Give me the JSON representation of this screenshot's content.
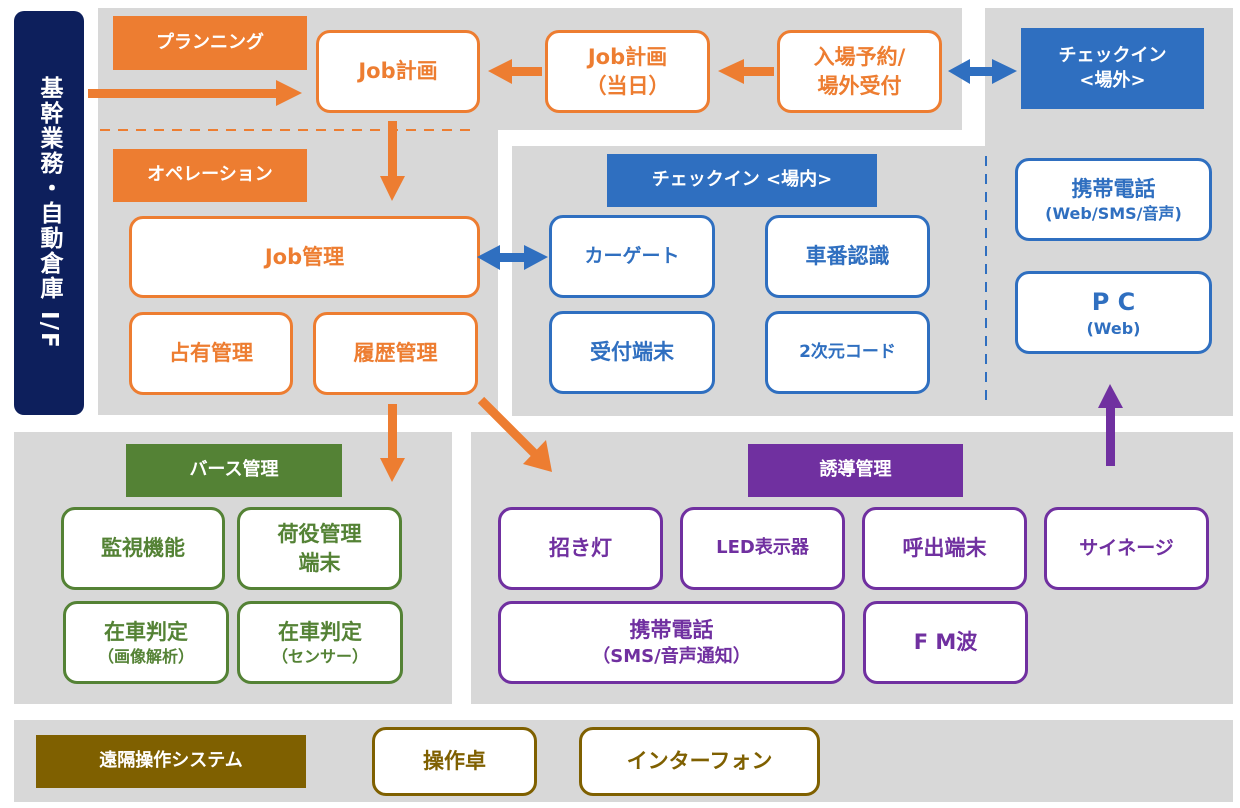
{
  "left_bar": {
    "label": "基幹業務・自動倉庫 I/F"
  },
  "planning": {
    "label": "プランニング",
    "job_plan": "Job計画",
    "job_plan_today": [
      "Job計画",
      "（当日）"
    ],
    "entry_reservation": [
      "入場予約/",
      "場外受付"
    ]
  },
  "checkin_offsite": {
    "label": [
      "チェックイン",
      "<場外>"
    ],
    "mobile": {
      "title": "携帯電話",
      "sub": "(Web/SMS/音声)"
    },
    "pc": {
      "title": "P C",
      "sub": "(Web)"
    }
  },
  "operation": {
    "label": "オペレーション",
    "job_mgmt": "Job管理",
    "occupancy_mgmt": "占有管理",
    "history_mgmt": "履歴管理"
  },
  "checkin_onsite": {
    "label": "チェックイン <場内>",
    "items": [
      "カーゲート",
      "車番認識",
      "受付端末",
      "2次元コード"
    ]
  },
  "berth": {
    "label": "バース管理",
    "items": [
      {
        "title": "監視機能",
        "sub": ""
      },
      {
        "title": "荷役管理",
        "sub": "端末"
      },
      {
        "title": "在車判定",
        "sub": "（画像解析）"
      },
      {
        "title": "在車判定",
        "sub": "（センサー）"
      }
    ]
  },
  "guidance": {
    "label": "誘導管理",
    "items": [
      {
        "title": "招き灯",
        "sub": ""
      },
      {
        "title": "LED表示器",
        "sub": ""
      },
      {
        "title": "呼出端末",
        "sub": ""
      },
      {
        "title": "サイネージ",
        "sub": ""
      },
      {
        "title": "携帯電話",
        "sub": "（SMS/音声通知）"
      },
      {
        "title": "F M波",
        "sub": ""
      }
    ]
  },
  "remote": {
    "label": "遠隔操作システム",
    "items": [
      "操作卓",
      "インターフォン"
    ]
  },
  "colors": {
    "orange": "#ed7d31",
    "blue": "#2f6fc0",
    "green": "#548235",
    "purple": "#7030a0",
    "brown": "#7f6000",
    "navy": "#0d1f5c",
    "panel": "#d8d8d8"
  }
}
